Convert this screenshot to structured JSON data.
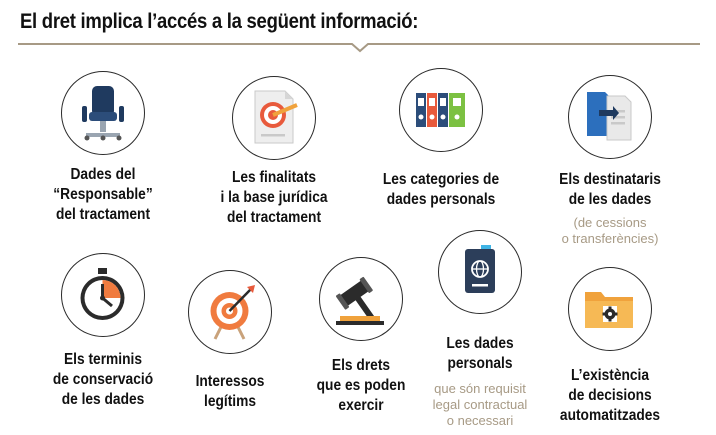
{
  "title": "El dret implica l’accés a la següent informació:",
  "colors": {
    "rule": "#a79a85",
    "accent_orange": "#f07b3f",
    "subtext": "#a79a85"
  },
  "items": [
    {
      "icon": "office-chair-icon",
      "label_lines": [
        "Dades del",
        "“Responsable”",
        "del tractament"
      ]
    },
    {
      "icon": "target-document-icon",
      "label_lines": [
        "Les finalitats",
        "i la base jurídica",
        "del tractament"
      ]
    },
    {
      "icon": "binders-icon",
      "label_lines": [
        "Les categories de",
        "dades personals"
      ]
    },
    {
      "icon": "document-transfer-icon",
      "label_lines": [
        "Els destinataris",
        "de les dades"
      ],
      "sub_lines": [
        "(de cessions",
        "o transferències)"
      ]
    },
    {
      "icon": "stopwatch-icon",
      "label_lines": [
        "Els terminis",
        "de conservació",
        "de les dades"
      ]
    },
    {
      "icon": "bullseye-arrow-icon",
      "label_lines": [
        "Interessos",
        "legítims"
      ]
    },
    {
      "icon": "gavel-icon",
      "label_lines": [
        "Els drets",
        "que es poden",
        "exercir"
      ]
    },
    {
      "icon": "passport-icon",
      "label_lines": [
        "Les dades",
        "personals"
      ],
      "sub_lines": [
        "que són requisit",
        "legal contractual",
        "o necessari"
      ]
    },
    {
      "icon": "folder-gear-icon",
      "label_lines": [
        "L’existència",
        "de decisions",
        "automatitzades"
      ]
    }
  ]
}
